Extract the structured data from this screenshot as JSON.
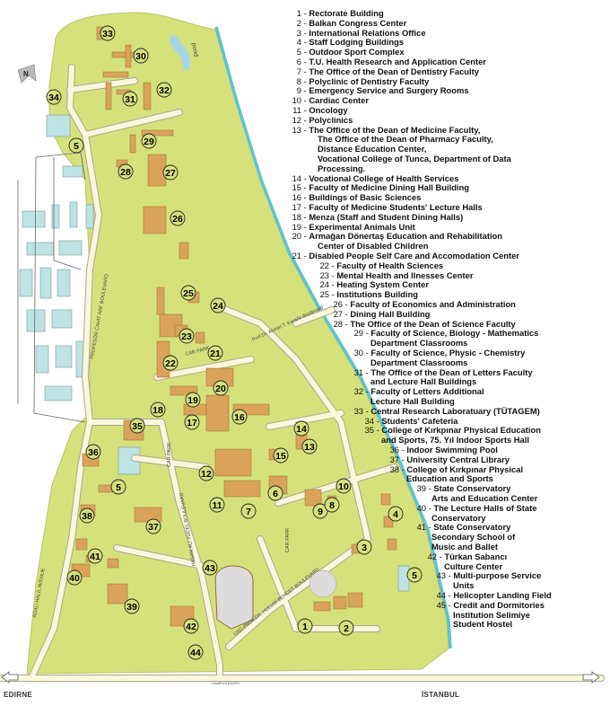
{
  "map": {
    "compass_label": "N",
    "pond_label": "pond",
    "city_left": "EDIRNE",
    "city_right": "İSTANBUL",
    "road_labels": {
      "cahit_arf": "PROFESÖR CAHİT ARF BOULEVARD",
      "hasan_ali_yucel": "HASAN ALİ YÜCEL BOULEVARD",
      "adali_halil": "ADALI HALİL AVENUE",
      "hulusi_behcet": "OSD.PROF.DR. HULUSİ BEHÇET BOULEVARD",
      "karaoz": "Prof.Dr. Ahmet T. Karaöz Boulevard",
      "campus_entry": "CAMPUS ENTRY",
      "car_park_1": "CAR PARK",
      "car_park_2": "CAR PARK",
      "car_park_3": "CAR PARK"
    },
    "markers": [
      "33",
      "30",
      "31",
      "32",
      "34",
      "5",
      "29",
      "28",
      "27",
      "26",
      "25",
      "24",
      "23",
      "21",
      "22",
      "20",
      "19",
      "18",
      "17",
      "16",
      "14",
      "13",
      "15",
      "35",
      "36",
      "5",
      "12",
      "10",
      "6",
      "7",
      "9",
      "8",
      "11",
      "4",
      "38",
      "37",
      "3",
      "5",
      "41",
      "40",
      "43",
      "39",
      "42",
      "1",
      "2",
      "44"
    ],
    "colors": {
      "land": "#d5e27b",
      "road": "#fbf7dc",
      "building": "#d9a35a",
      "hospital": "#bfe3e3",
      "river": "#5cc3d3",
      "water": "#a9d6e6"
    }
  },
  "legend": [
    {
      "num": "1",
      "lines": [
        "Rectorate Building"
      ]
    },
    {
      "num": "2",
      "lines": [
        "Balkan Congress Center"
      ]
    },
    {
      "num": "3",
      "lines": [
        "International Relations Office"
      ]
    },
    {
      "num": "4",
      "lines": [
        "Staff Lodging Buildings"
      ]
    },
    {
      "num": "5",
      "lines": [
        "Outdoor Sport Complex"
      ]
    },
    {
      "num": "6",
      "lines": [
        "T.U. Health Research and Application Center"
      ]
    },
    {
      "num": "7",
      "lines": [
        "The Office of the Dean of Dentistry Faculty"
      ]
    },
    {
      "num": "8",
      "lines": [
        "Polyclinic of Dentistry Faculty"
      ]
    },
    {
      "num": "9",
      "lines": [
        "Emergency Service and Surgery Rooms"
      ]
    },
    {
      "num": "10",
      "lines": [
        "Cardiac Center"
      ]
    },
    {
      "num": "11",
      "lines": [
        "Oncology"
      ]
    },
    {
      "num": "12",
      "lines": [
        "Polyclinics"
      ]
    },
    {
      "num": "13",
      "lines": [
        "The Office of the Dean of Medicine Faculty,",
        "The Office of the Dean of Pharmacy Faculty,",
        "Distance Education Center,",
        "Vocational College of Tunca, Department of Data",
        "Processing."
      ]
    },
    {
      "num": "14",
      "lines": [
        "Vocational College of Health Services"
      ]
    },
    {
      "num": "15",
      "lines": [
        "Faculty of Medicine Dining Hall Building"
      ]
    },
    {
      "num": "16",
      "lines": [
        "Buildings of Basic Sciences"
      ]
    },
    {
      "num": "17",
      "lines": [
        "Faculty of Medicine Students' Lecture Halls"
      ]
    },
    {
      "num": "18",
      "lines": [
        "Menza (Staff and Student Dining Halls)"
      ]
    },
    {
      "num": "19",
      "lines": [
        "Experimental Animals Unit"
      ]
    },
    {
      "num": "20",
      "lines": [
        "Armağan Dönertaş Education and Rehabilitation",
        "Center of Disabled Children"
      ]
    },
    {
      "num": "21",
      "lines": [
        "Disabled People Self Care and Accomodation Center"
      ]
    },
    {
      "num": "22",
      "lines": [
        "Faculty of Health Sciences"
      ]
    },
    {
      "num": "23",
      "lines": [
        "Mental Health and Ilnesses Center"
      ]
    },
    {
      "num": "24",
      "lines": [
        "Heating System Center"
      ]
    },
    {
      "num": "25",
      "lines": [
        "Institutions Building"
      ]
    },
    {
      "num": "26",
      "lines": [
        "Faculty of Economics and Administration"
      ]
    },
    {
      "num": "27",
      "lines": [
        "Dining Hall Building"
      ]
    },
    {
      "num": "28",
      "lines": [
        "The Office of the Dean of Science Faculty"
      ]
    },
    {
      "num": "29",
      "lines": [
        "Faculty of Science, Biology - Mathematics",
        "Department Classrooms"
      ]
    },
    {
      "num": "30",
      "lines": [
        "Faculty of Science, Physic - Chemistry",
        "Department Classrooms"
      ]
    },
    {
      "num": "31",
      "lines": [
        "The Office of the Dean of Letters Faculty",
        "and Lecture Hall Buildings"
      ]
    },
    {
      "num": "32",
      "lines": [
        "Faculty of Letters Additional",
        "Lecture Hall Building"
      ]
    },
    {
      "num": "33",
      "lines": [
        "Central Research Laboratuary (TÜTAGEM)"
      ]
    },
    {
      "num": "34",
      "lines": [
        "Students' Cafeteria"
      ]
    },
    {
      "num": "35",
      "lines": [
        "College of Kırkpınar Physical Education",
        "and Sports, 75. Yıl Indoor Sports Hall"
      ]
    },
    {
      "num": "36",
      "lines": [
        "Indoor Swimming Pool"
      ]
    },
    {
      "num": "37",
      "lines": [
        "University Central Library"
      ]
    },
    {
      "num": "38",
      "lines": [
        "College of Kırkpınar Physical",
        "Education and Sports"
      ]
    },
    {
      "num": "39",
      "lines": [
        "State Conservatory",
        "Arts and Education Center"
      ]
    },
    {
      "num": "40",
      "lines": [
        "The Lecture Halls of State",
        "Conservatory"
      ]
    },
    {
      "num": "41",
      "lines": [
        "State Conservatory",
        "Secondary School of",
        "Music and Ballet"
      ]
    },
    {
      "num": "42",
      "lines": [
        "Türkan Sabancı",
        "Culture Center"
      ]
    },
    {
      "num": "43",
      "lines": [
        "Multi-purpose Service",
        "Units"
      ]
    },
    {
      "num": "44",
      "lines": [
        "Helicopter Landing Field"
      ]
    },
    {
      "num": "45",
      "lines": [
        "Credit and Dormitories",
        "Institution Selimiye",
        "Student Hostel"
      ]
    }
  ]
}
